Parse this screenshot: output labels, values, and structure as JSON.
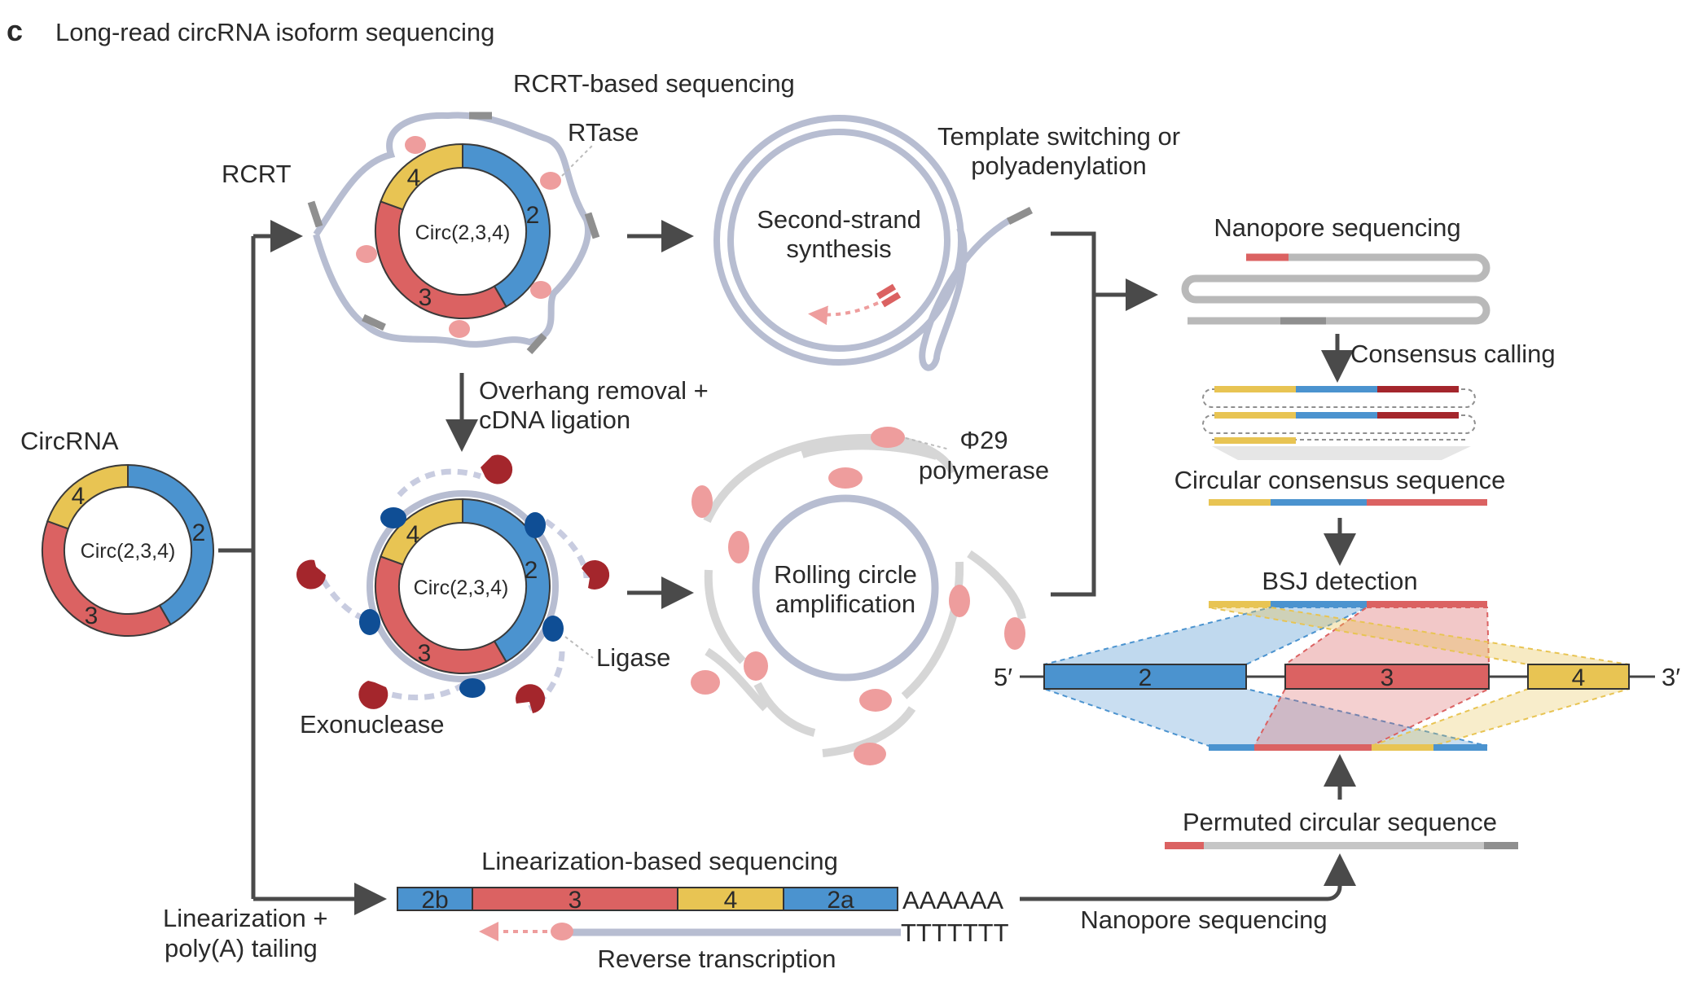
{
  "panel": {
    "letter": "c",
    "title": "Long-read circRNA isoform sequencing"
  },
  "circrna": {
    "title": "CircRNA",
    "center": "Circ(2,3,4)",
    "exons": [
      "2",
      "3",
      "4"
    ]
  },
  "rcrt": {
    "label": "RCRT",
    "heading": "RCRT-based sequencing",
    "rtase": "RTase",
    "circ_center": "Circ(2,3,4)",
    "second_strand": [
      "Second-strand",
      "synthesis"
    ],
    "template_switching": [
      "Template switching or",
      "polyadenylation"
    ]
  },
  "ligation": {
    "step": [
      "Overhang removal +",
      "cDNA ligation"
    ],
    "circ_center": "Circ(2,3,4)",
    "ligase": "Ligase",
    "exonuclease": "Exonuclease",
    "rca": [
      "Rolling circle",
      "amplification"
    ],
    "phi29": [
      "Φ29",
      "polymerase"
    ]
  },
  "nanopore": {
    "heading": "Nanopore sequencing",
    "consensus_calling": "Consensus calling",
    "circular_consensus": "Circular consensus sequence",
    "bsj": "BSJ detection",
    "five_prime": "5′",
    "three_prime": "3′",
    "exons": [
      "2",
      "3",
      "4"
    ],
    "permuted": "Permuted circular sequence"
  },
  "linearization": {
    "label": [
      "Linearization +",
      "poly(A) tailing"
    ],
    "heading": "Linearization-based sequencing",
    "segments": [
      "2b",
      "3",
      "4",
      "2a"
    ],
    "polyA": "AAAAAA",
    "polyT": "TTTTTTT",
    "reverse_transcription": "Reverse transcription",
    "nanopore": "Nanopore sequencing"
  },
  "colors": {
    "exon2": "#4b93cf",
    "exon3": "#db6262",
    "exon4": "#e8c453",
    "dark_red": "#a4262c",
    "enzyme_pink": "#ee9d9d",
    "ligase_blue": "#0f4e95",
    "strand_gray": "#b7bdd1"
  }
}
